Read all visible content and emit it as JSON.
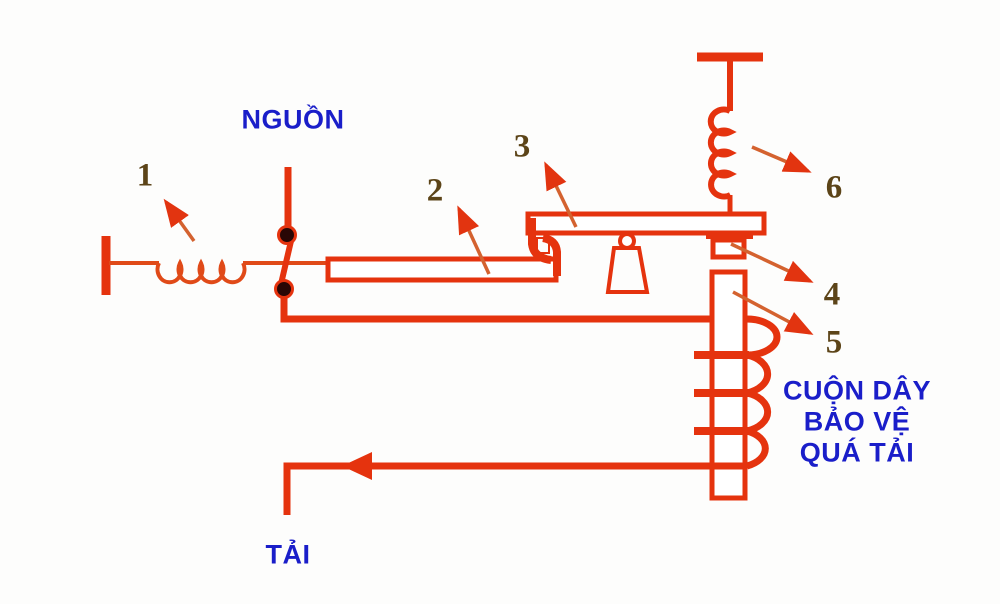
{
  "labels": {
    "source": "NGUỒN",
    "load": "TẢI",
    "coil_caption_lines": [
      "CUỘN DÂY",
      "BẢO VỆ",
      "QUÁ TẢI"
    ]
  },
  "callouts": [
    {
      "label": "1",
      "component": "heater-coil"
    },
    {
      "label": "2",
      "component": "bimetal-strip"
    },
    {
      "label": "3",
      "component": "latch-lever"
    },
    {
      "label": "4",
      "component": "armature"
    },
    {
      "label": "5",
      "component": "electromagnet-core"
    },
    {
      "label": "6",
      "component": "return-spring"
    }
  ],
  "colors": {
    "background": "#fdfdfc",
    "circuit": "#e5330e",
    "thin_wire": "#e04a18",
    "arrow_line": "#d4622f",
    "arrow_head": "#e23410",
    "callout_text": "#5c4418",
    "blue_text": "#1a1ec9",
    "hatch": "#d9b670",
    "contact_dot": "#2a0705"
  }
}
